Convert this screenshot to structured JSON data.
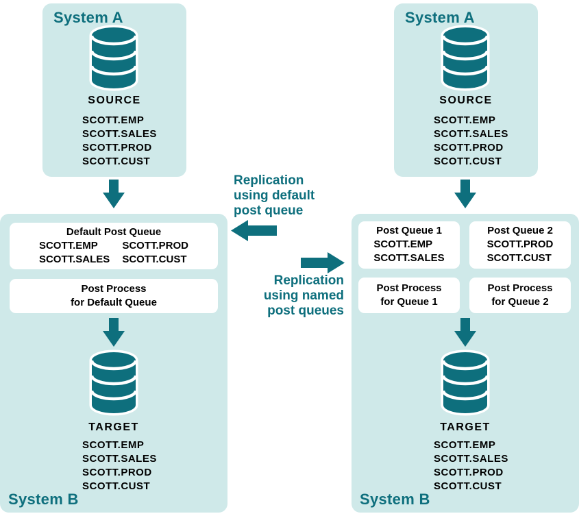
{
  "colors": {
    "teal": "#0e6f7d",
    "panel_background": "#cfe9e9",
    "box_background": "#ffffff",
    "text": "#000000"
  },
  "left_system_a": {
    "title": "System A",
    "db_icon": "database-cylinder-icon",
    "db_label": "SOURCE",
    "tables": [
      "SCOTT.EMP",
      "SCOTT.SALES",
      "SCOTT.PROD",
      "SCOTT.CUST"
    ]
  },
  "left_system_b": {
    "title": "System B",
    "queue_box": {
      "title": "Default Post Queue",
      "col1": [
        "SCOTT.EMP",
        "SCOTT.SALES"
      ],
      "col2": [
        "SCOTT.PROD",
        "SCOTT.CUST"
      ]
    },
    "process_box": {
      "lines": [
        "Post Process",
        "for Default Queue"
      ]
    },
    "db_label": "TARGET",
    "tables": [
      "SCOTT.EMP",
      "SCOTT.SALES",
      "SCOTT.PROD",
      "SCOTT.CUST"
    ]
  },
  "middle": {
    "default_label": {
      "lines": [
        "Replication",
        "using default",
        "post queue"
      ]
    },
    "named_label": {
      "lines": [
        "Replication",
        "using named",
        "post queues"
      ]
    }
  },
  "right_system_a": {
    "title": "System A",
    "db_icon": "database-cylinder-icon",
    "db_label": "SOURCE",
    "tables": [
      "SCOTT.EMP",
      "SCOTT.SALES",
      "SCOTT.PROD",
      "SCOTT.CUST"
    ]
  },
  "right_system_b": {
    "title": "System B",
    "queue_boxes": [
      {
        "title": "Post Queue 1",
        "tables": [
          "SCOTT.EMP",
          "SCOTT.SALES"
        ]
      },
      {
        "title": "Post Queue 2",
        "tables": [
          "SCOTT.PROD",
          "SCOTT.CUST"
        ]
      }
    ],
    "process_boxes": [
      {
        "lines": [
          "Post Process",
          "for Queue 1"
        ]
      },
      {
        "lines": [
          "Post Process",
          "for Queue 2"
        ]
      }
    ],
    "db_label": "TARGET",
    "tables": [
      "SCOTT.EMP",
      "SCOTT.SALES",
      "SCOTT.PROD",
      "SCOTT.CUST"
    ]
  }
}
